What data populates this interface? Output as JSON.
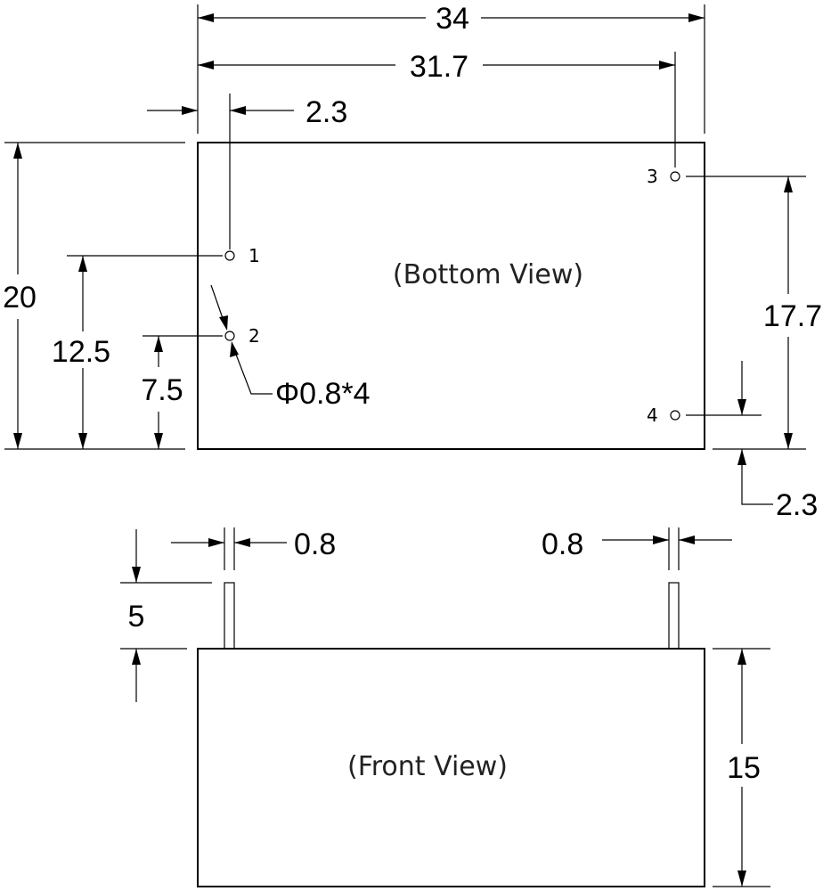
{
  "bottom_view": {
    "title": "(Bottom View)",
    "pins": [
      "1",
      "2",
      "3",
      "4"
    ],
    "dims": {
      "overall_width": "34",
      "pin_span": "31.7",
      "pin_edge_offset": "2.3",
      "overall_height": "20",
      "pin1_from_bottom": "12.5",
      "pin2_from_bottom": "7.5",
      "pin3_to_pin4": "17.7",
      "pin4_from_bottom": "2.3",
      "pin_diameter": "Φ0.8*4"
    }
  },
  "front_view": {
    "title": "(Front View)",
    "dims": {
      "pin_width_left": "0.8",
      "pin_width_right": "0.8",
      "pin_length": "5",
      "body_height": "15"
    }
  }
}
